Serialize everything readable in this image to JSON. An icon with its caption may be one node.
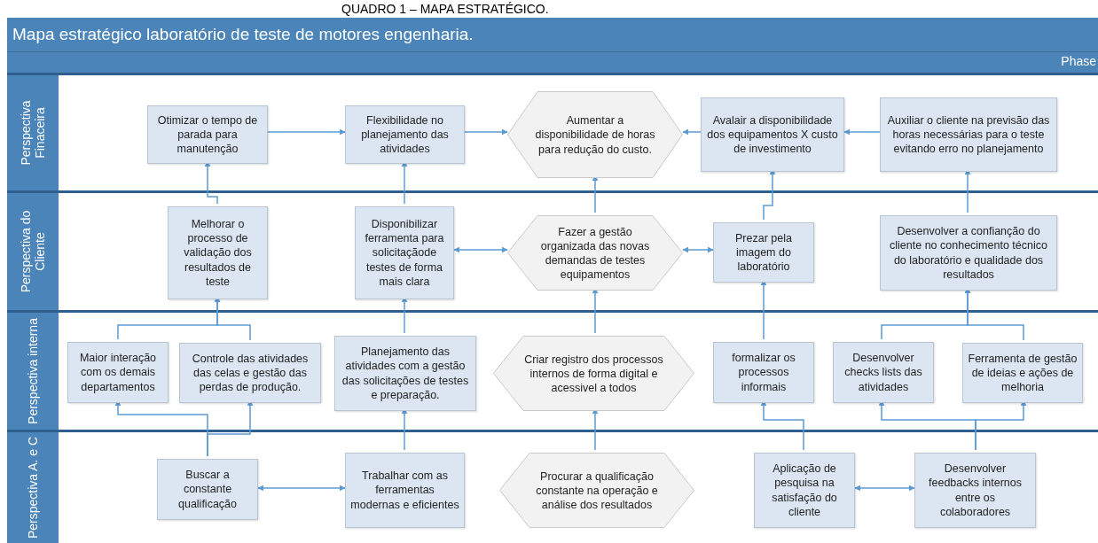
{
  "diagram": {
    "title": "Mapa estratégico laboratório de teste de motores engenharia.",
    "nodes": [
      {
        "text": [
          "Perspectiva Finaceira"
        ]
      },
      {
        "text": [
          "Otimizar o tempo de parada para manutenção"
        ],
        "in": 0
      },
      {
        "text": [
          "Flexibilidade no planejamento das atividades"
        ],
        "in": 0
      },
      {
        "text": [
          "Aumentar a disponibilidade de horas para redução do custo."
        ],
        "in": 0
      },
      {
        "text": [
          "Avalair a disponibilidade dos equipamentos X custo de investimento"
        ],
        "in": 0
      },
      {
        "text": [
          "Auxiliar o cliente na previsão das horas necessárias para o teste evitando erro no planejamento"
        ],
        "in": 0
      },
      {
        "text": [
          "Perspectiva do Cliente"
        ]
      },
      {
        "text": [
          "Melhorar o processo de validação dos resultados de teste"
        ],
        "in": 6
      },
      {
        "text": [
          "Disponibilizar ferramenta para solicitaçãode testes de forma mais clara"
        ],
        "in": 6
      },
      {
        "text": [
          "Fazer a gestão organizada das novas demandas de testes equipamentos"
        ],
        "in": 6
      },
      {
        "text": [
          "Prezar pela imagem do laboratório"
        ],
        "in": 6
      },
      {
        "text": [
          "Desenvolver a confianção do cliente no conhecimento técnico do laboratório e qualidade dos resultados"
        ],
        "in": 6
      },
      {
        "text": [
          "Perspectiva interna"
        ]
      },
      {
        "text": [
          "Maior interação com os demais departamentos"
        ],
        "in": 12
      },
      {
        "text": [
          "Controle das atividades das celas e gestão das perdas de produção."
        ],
        "in": 12
      },
      {
        "text": [
          "Planejamento das atividades com a gestão das solicitações de testes e preparação."
        ],
        "in": 12
      },
      {
        "text": [
          "Criar registro dos processos internos de forma digital e acessivel a todos"
        ],
        "in": 12
      },
      {
        "text": [
          "formalizar os processos informais"
        ],
        "in": 12
      },
      {
        "text": [
          "Desenvolver checks lists das atividades"
        ],
        "in": 12
      },
      {
        "text": [
          "Ferramenta de gestão de ideias e ações de melhoria"
        ],
        "in": 12
      },
      {
        "text": [
          "Perspectiva A. e C"
        ]
      },
      {
        "text": [
          "Buscar a constante qualificação"
        ],
        "in": 20
      },
      {
        "text": [
          "Trabalhar com as ferramentas modernas e eficientes"
        ],
        "in": 20
      },
      {
        "text": [
          "Procurar a qualificação constante na operação e análise dos resultados"
        ],
        "in": 20
      },
      {
        "text": [
          "Aplicação de pesquisa na satisfação do cliente"
        ],
        "in": 20
      },
      {
        "text": [
          "Desenvolver feedbacks internos entre os colaboradores"
        ],
        "in": 20
      }
    ],
    "edges": [
      {
        "from": 1,
        "to": 2,
        "arrow": "to"
      },
      {
        "from": 2,
        "to": 3,
        "arrow": "to"
      },
      {
        "from": 4,
        "to": 3,
        "arrow": "to"
      },
      {
        "from": 5,
        "to": 4,
        "arrow": "to"
      },
      {
        "from": 7,
        "to": 1,
        "arrow": "to"
      },
      {
        "from": 8,
        "to": 2,
        "arrow": "to"
      },
      {
        "from": 9,
        "to": 3,
        "arrow": "to"
      },
      {
        "from": 10,
        "to": 4,
        "arrow": "to"
      },
      {
        "from": 11,
        "to": 5,
        "arrow": "to"
      },
      {
        "from": 8,
        "to": 9,
        "arrow": "both"
      },
      {
        "from": 9,
        "to": 10,
        "arrow": "both"
      },
      {
        "from": 13,
        "to": 7,
        "arrow": "to"
      },
      {
        "from": 14,
        "to": 7,
        "arrow": "to"
      },
      {
        "from": 15,
        "to": 8,
        "arrow": "to"
      },
      {
        "from": 16,
        "to": 9,
        "arrow": "to"
      },
      {
        "from": 17,
        "to": 10,
        "arrow": "to"
      },
      {
        "from": 18,
        "to": 11,
        "arrow": "to"
      },
      {
        "from": 19,
        "to": 11,
        "arrow": "to"
      },
      {
        "from": 21,
        "to": 13,
        "arrow": "to"
      },
      {
        "from": 21,
        "to": 14,
        "arrow": "to"
      },
      {
        "from": 22,
        "to": 15,
        "arrow": "to"
      },
      {
        "from": 23,
        "to": 16,
        "arrow": "to"
      },
      {
        "from": 24,
        "to": 17,
        "arrow": "to"
      },
      {
        "from": 25,
        "to": 18,
        "arrow": "to"
      },
      {
        "from": 25,
        "to": 19,
        "arrow": "to"
      },
      {
        "from": 21,
        "to": 22,
        "arrow": "both"
      },
      {
        "from": 24,
        "to": 25,
        "arrow": "both"
      }
    ],
    "labels": [
      "QUADRO 1 – MAPA ESTRATÉGICO.",
      "Phase"
    ]
  }
}
